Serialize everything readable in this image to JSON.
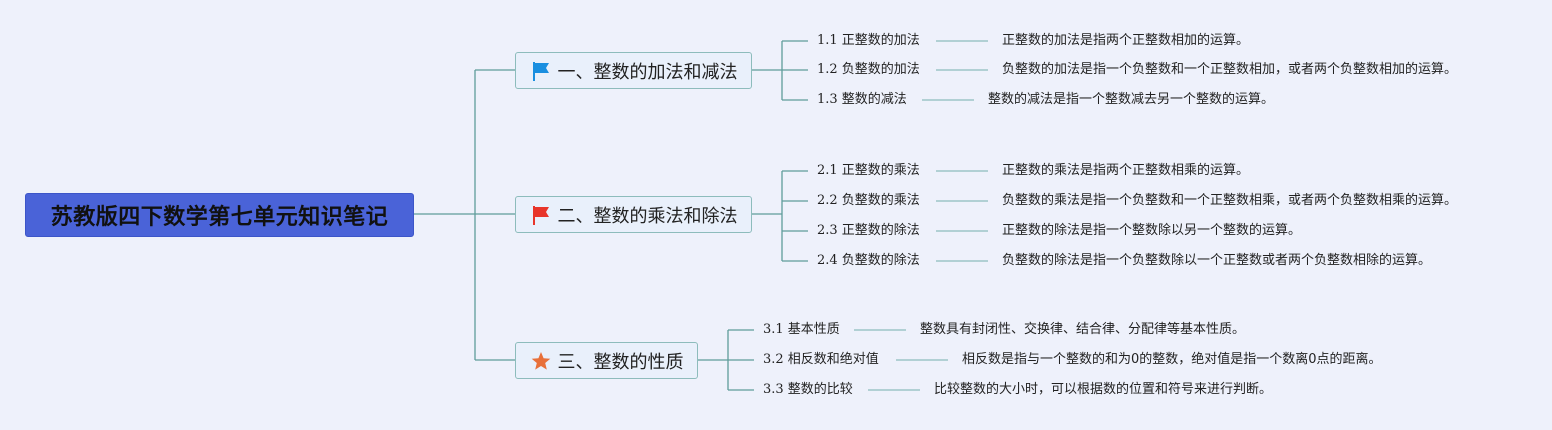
{
  "root": {
    "title": "苏教版四下数学第七单元知识笔记"
  },
  "branches": [
    {
      "icon": "blue-flag-icon",
      "label": "一、整数的加法和减法",
      "items": [
        {
          "title": "1.1 正整数的加法",
          "desc": "正整数的加法是指两个正整数相加的运算。"
        },
        {
          "title": "1.2 负整数的加法",
          "desc": "负整数的加法是指一个负整数和一个正整数相加，或者两个负整数相加的运算。"
        },
        {
          "title": "1.3 整数的减法",
          "desc": "整数的减法是指一个整数减去另一个整数的运算。"
        }
      ]
    },
    {
      "icon": "red-flag-icon",
      "label": "二、整数的乘法和除法",
      "items": [
        {
          "title": "2.1 正整数的乘法",
          "desc": "正整数的乘法是指两个正整数相乘的运算。"
        },
        {
          "title": "2.2 负整数的乘法",
          "desc": "负整数的乘法是指一个负整数和一个正整数相乘，或者两个负整数相乘的运算。"
        },
        {
          "title": "2.3 正整数的除法",
          "desc": "正整数的除法是指一个整数除以另一个整数的运算。"
        },
        {
          "title": "2.4 负整数的除法",
          "desc": "负整数的除法是指一个负整数除以一个正整数或者两个负整数相除的运算。"
        }
      ]
    },
    {
      "icon": "orange-star-icon",
      "label": "三、整数的性质",
      "items": [
        {
          "title": "3.1 基本性质",
          "desc": "整数具有封闭性、交换律、结合律、分配律等基本性质。"
        },
        {
          "title": "3.2 相反数和绝对值",
          "desc": "相反数是指与一个整数的和为0的整数，绝对值是指一个数离0点的距离。"
        },
        {
          "title": "3.3 整数的比较",
          "desc": "比较整数的大小时，可以根据数的位置和符号来进行判断。"
        }
      ]
    }
  ],
  "colors": {
    "background": "#eef1fb",
    "root_fill": "#4a63d8",
    "branch_border": "#8dbcbc",
    "connector": "#5f9c9a",
    "blue_flag": "#1a8fe0",
    "red_flag": "#e8352a",
    "star": "#e8703a"
  }
}
